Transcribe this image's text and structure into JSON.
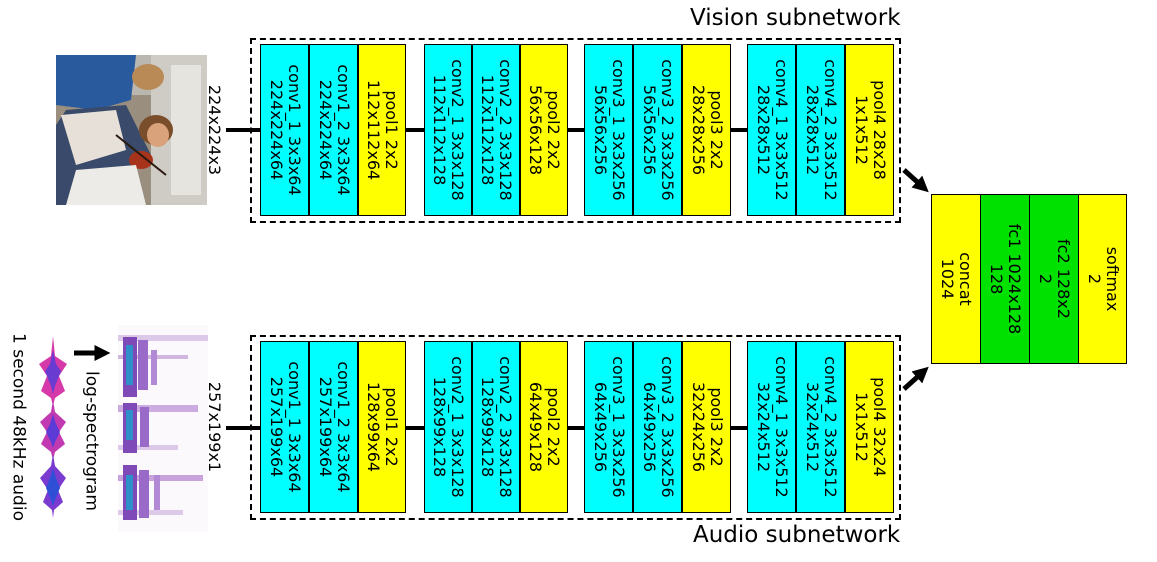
{
  "titles": {
    "vision": "Vision subnetwork",
    "audio": "Audio subnetwork"
  },
  "inputs": {
    "vision_dims": "224x224x3",
    "audio_dims": "257x199x1",
    "audio_source": "1 second 48kHz audio",
    "spectrogram": "log-spectrogram"
  },
  "vision_layers": [
    {
      "name": "conv1_1 3x3x64",
      "dims": "224x224x64",
      "kind": "conv"
    },
    {
      "name": "conv1_2 3x3x64",
      "dims": "224x224x64",
      "kind": "conv"
    },
    {
      "name": "pool1 2x2",
      "dims": "112x112x64",
      "kind": "pool"
    },
    {
      "name": "conv2_1 3x3x128",
      "dims": "112x112x128",
      "kind": "conv"
    },
    {
      "name": "conv2_2 3x3x128",
      "dims": "112x112x128",
      "kind": "conv"
    },
    {
      "name": "pool2 2x2",
      "dims": "56x56x128",
      "kind": "pool"
    },
    {
      "name": "conv3_1 3x3x256",
      "dims": "56x56x256",
      "kind": "conv"
    },
    {
      "name": "conv3_2 3x3x256",
      "dims": "56x56x256",
      "kind": "conv"
    },
    {
      "name": "pool3 2x2",
      "dims": "28x28x256",
      "kind": "pool"
    },
    {
      "name": "conv4_1 3x3x512",
      "dims": "28x28x512",
      "kind": "conv"
    },
    {
      "name": "conv4_2 3x3x512",
      "dims": "28x28x512",
      "kind": "conv"
    },
    {
      "name": "pool4 28x28",
      "dims": "1x1x512",
      "kind": "pool"
    }
  ],
  "audio_layers": [
    {
      "name": "conv1_1 3x3x64",
      "dims": "257x199x64",
      "kind": "conv"
    },
    {
      "name": "conv1_2 3x3x64",
      "dims": "257x199x64",
      "kind": "conv"
    },
    {
      "name": "pool1 2x2",
      "dims": "128x99x64",
      "kind": "pool"
    },
    {
      "name": "conv2_1 3x3x128",
      "dims": "128x99x128",
      "kind": "conv"
    },
    {
      "name": "conv2_2 3x3x128",
      "dims": "128x99x128",
      "kind": "conv"
    },
    {
      "name": "pool2 2x2",
      "dims": "64x49x128",
      "kind": "pool"
    },
    {
      "name": "conv3_1 3x3x256",
      "dims": "64x49x256",
      "kind": "conv"
    },
    {
      "name": "conv3_2 3x3x256",
      "dims": "64x49x256",
      "kind": "conv"
    },
    {
      "name": "pool3 2x2",
      "dims": "32x24x256",
      "kind": "pool"
    },
    {
      "name": "conv4_1 3x3x512",
      "dims": "32x24x512",
      "kind": "conv"
    },
    {
      "name": "conv4_2 3x3x512",
      "dims": "32x24x512",
      "kind": "conv"
    },
    {
      "name": "pool4 32x24",
      "dims": "1x1x512",
      "kind": "pool"
    }
  ],
  "fusion_layers": [
    {
      "name": "concat",
      "dims": "1024",
      "kind": "concat"
    },
    {
      "name": "fc1 1024x128",
      "dims": "128",
      "kind": "fc"
    },
    {
      "name": "fc2 128x2",
      "dims": "2",
      "kind": "fc"
    },
    {
      "name": "softmax",
      "dims": "2",
      "kind": "softmax"
    }
  ],
  "colors": {
    "conv": "#00ffff",
    "pool": "#ffff00",
    "concat": "#ffff00",
    "fc": "#00e100",
    "softmax": "#ffff00"
  }
}
